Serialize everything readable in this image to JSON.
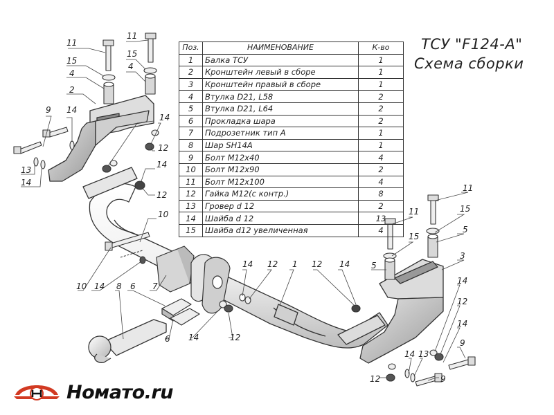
{
  "title": {
    "line1": "ТСУ \"F124-A\"",
    "line2": "Схема сборки"
  },
  "table": {
    "headers": {
      "pos": "Поз.",
      "name": "НАИМЕНОВАНИЕ",
      "qty": "К-во"
    },
    "rows": [
      {
        "pos": "1",
        "name": "Балка ТСУ",
        "qty": "1"
      },
      {
        "pos": "2",
        "name": "Кронштейн левый в сборе",
        "qty": "1"
      },
      {
        "pos": "3",
        "name": "Кронштейн правый в сборе",
        "qty": "1"
      },
      {
        "pos": "4",
        "name": "Втулка D21, L58",
        "qty": "2"
      },
      {
        "pos": "5",
        "name": "Втулка D21, L64",
        "qty": "2"
      },
      {
        "pos": "6",
        "name": "Прокладка шара",
        "qty": "2"
      },
      {
        "pos": "7",
        "name": "Подрозетник тип А",
        "qty": "1"
      },
      {
        "pos": "8",
        "name": "Шар SH14A",
        "qty": "1"
      },
      {
        "pos": "9",
        "name": "Болт М12х40",
        "qty": "4"
      },
      {
        "pos": "10",
        "name": "Болт М12х90",
        "qty": "2"
      },
      {
        "pos": "11",
        "name": "Болт М12х100",
        "qty": "4"
      },
      {
        "pos": "12",
        "name": "Гайка М12(с контр.)",
        "qty": "8"
      },
      {
        "pos": "13",
        "name": "Гровер d 12",
        "qty": "2"
      },
      {
        "pos": "14",
        "name": "Шайба d 12",
        "qty": "13"
      },
      {
        "pos": "15",
        "name": "Шайба d12 увеличенная",
        "qty": "4"
      }
    ]
  },
  "callouts": [
    "11",
    "15",
    "4",
    "2",
    "9",
    "14",
    "13",
    "14",
    "11",
    "15",
    "4",
    "14",
    "12",
    "14",
    "12",
    "10",
    "10",
    "14",
    "8",
    "6",
    "7",
    "6",
    "14",
    "12",
    "14",
    "12",
    "1",
    "12",
    "14",
    "11",
    "11",
    "15",
    "15",
    "5",
    "5",
    "3",
    "14",
    "12",
    "14",
    "9",
    "14",
    "13",
    "12",
    "9"
  ],
  "logo": {
    "text": "Номато.ru",
    "icon": "car-logo-icon"
  },
  "colors": {
    "line": "#333333",
    "part_fill": "#f2f2f2",
    "part_shade": "#c8c8c8",
    "logo_red": "#d23a22"
  }
}
